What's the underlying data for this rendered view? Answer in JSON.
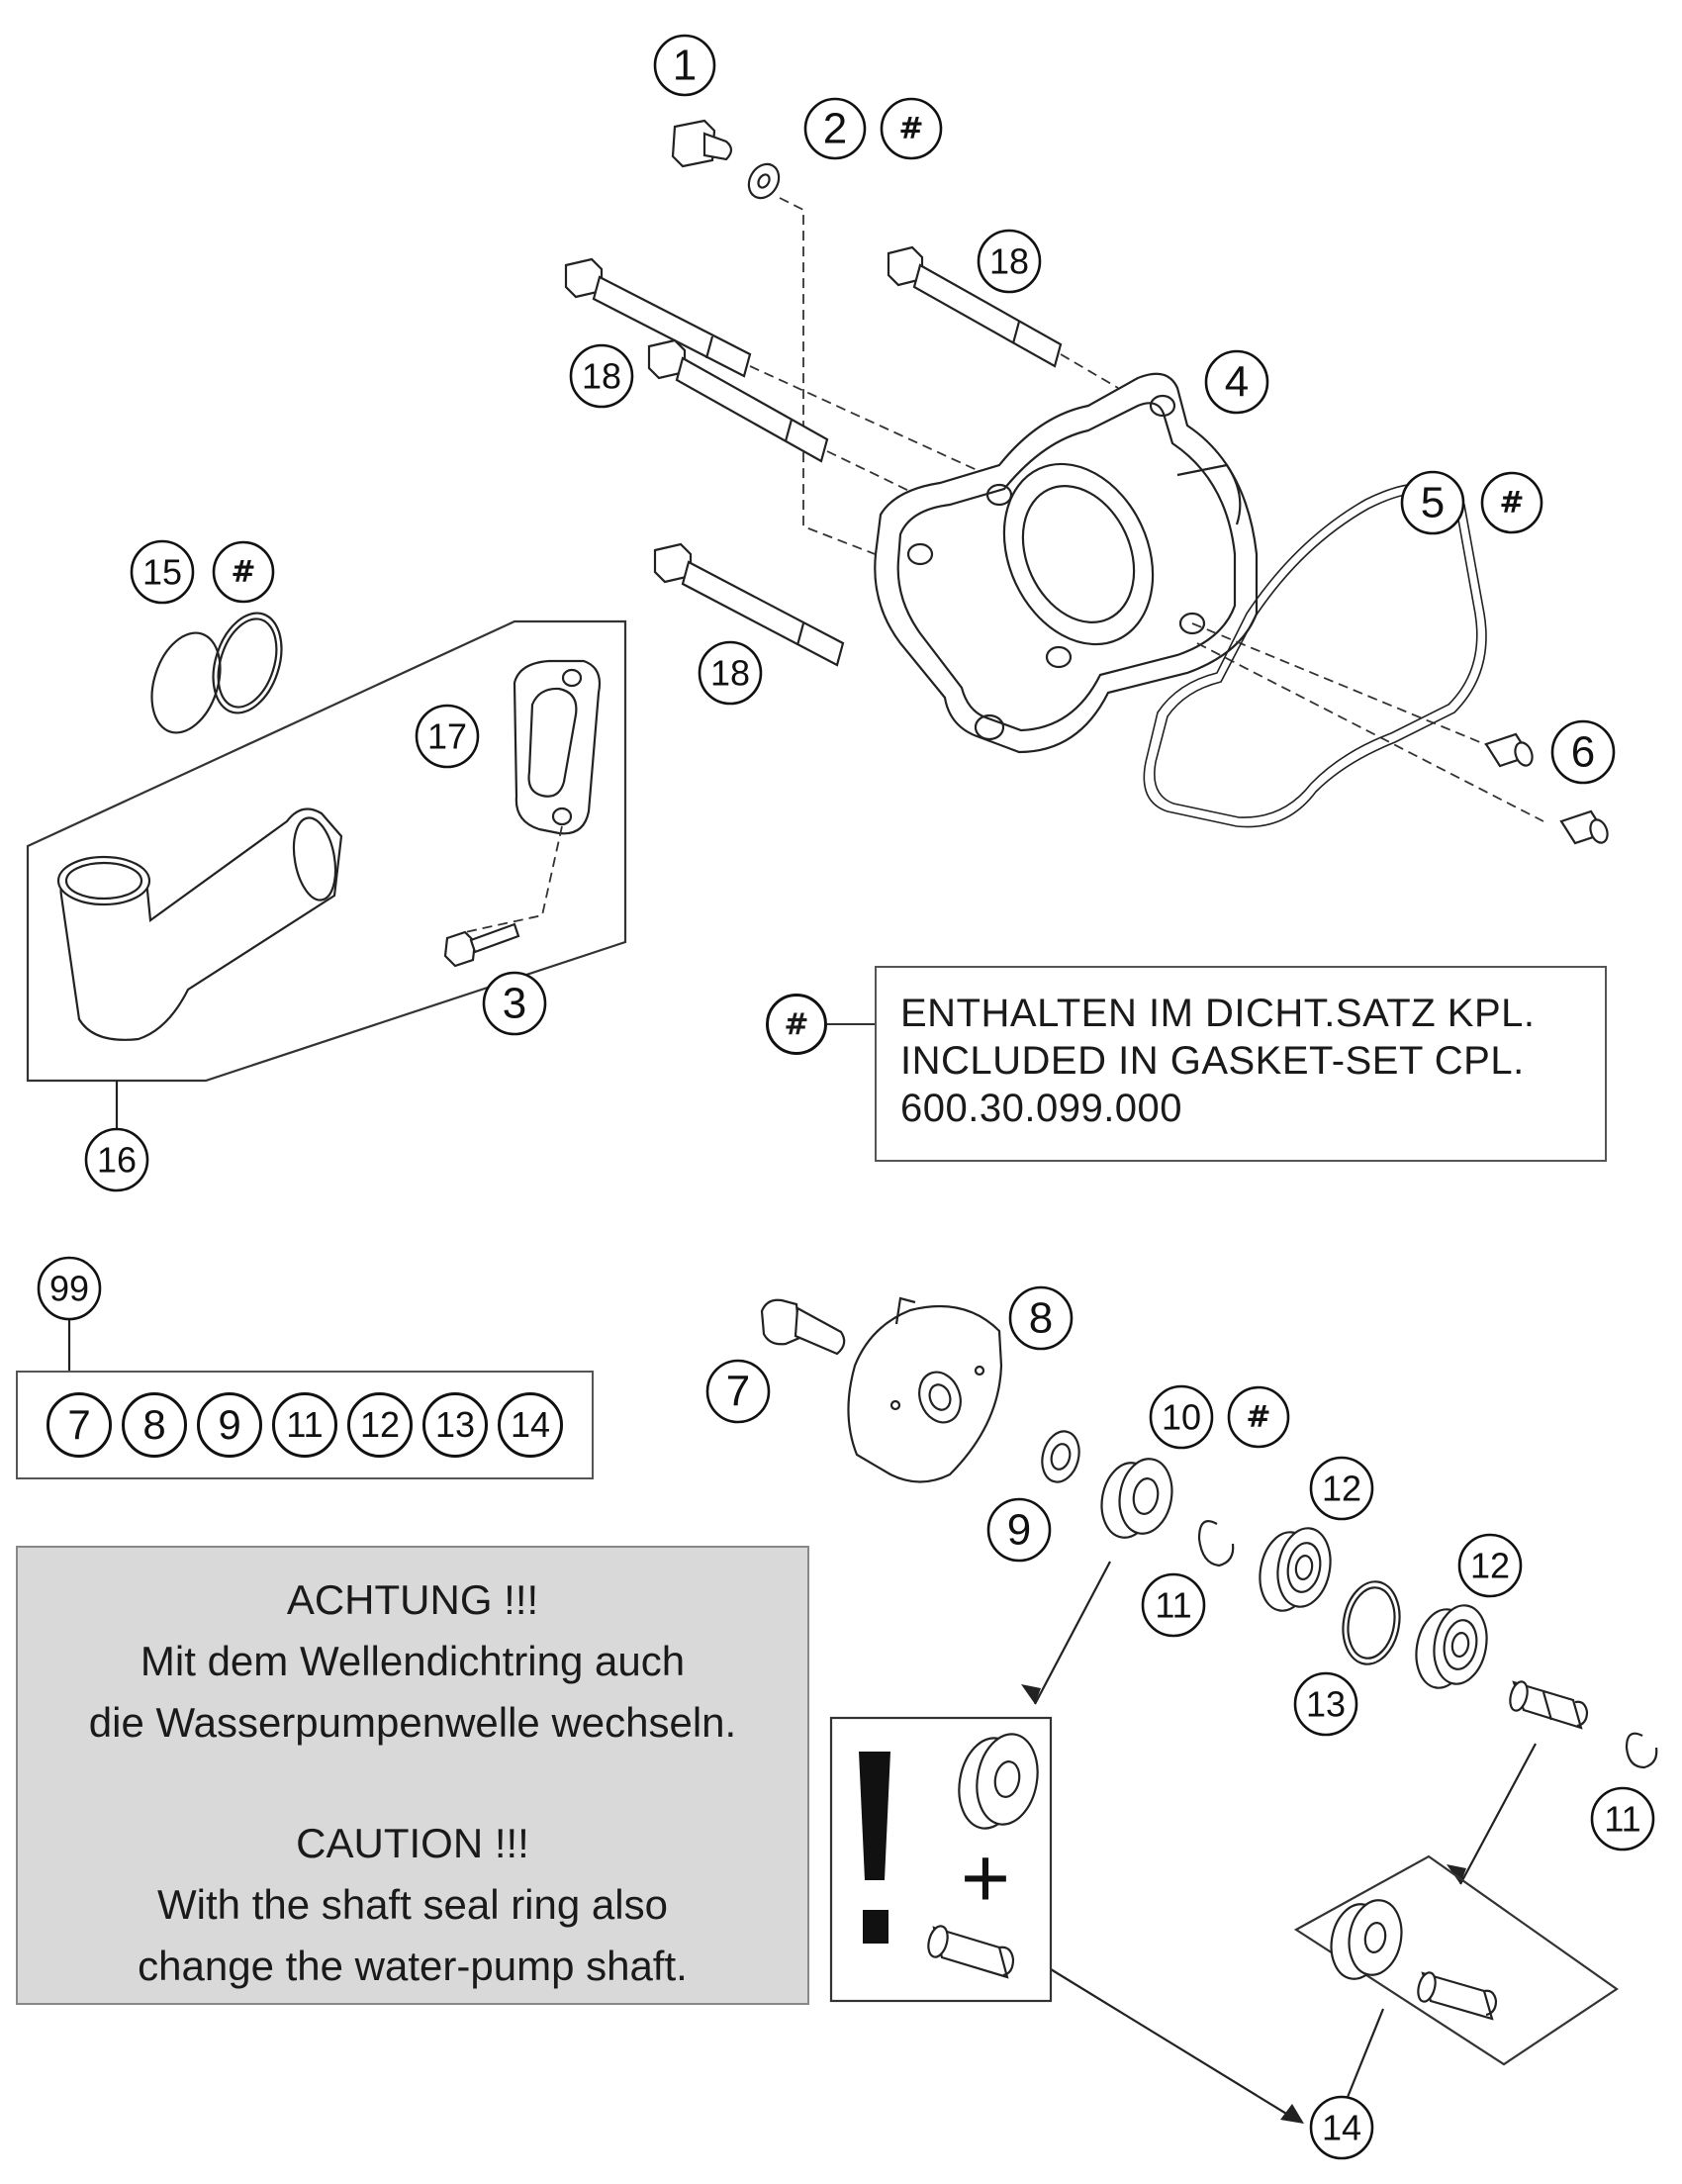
{
  "callouts": {
    "c1": "1",
    "c2": "2",
    "c3": "3",
    "c4": "4",
    "c5": "5",
    "c6": "6",
    "c7": "7",
    "c8": "8",
    "c9": "9",
    "c10": "10",
    "c11a": "11",
    "c11b": "11",
    "c12a": "12",
    "c12b": "12",
    "c13": "13",
    "c14": "14",
    "c15": "15",
    "c16": "16",
    "c17": "17",
    "c18a": "18",
    "c18b": "18",
    "c18c": "18",
    "c99": "99"
  },
  "hash_symbol": "#",
  "gasket_note": {
    "line1": "ENTHALTEN IM DICHT.SATZ KPL.",
    "line2": "INCLUDED IN GASKET-SET CPL.",
    "part_number": "600.30.099.000"
  },
  "set_99_items": [
    "7",
    "8",
    "9",
    "11",
    "12",
    "13",
    "14"
  ],
  "caution": {
    "de_title": "ACHTUNG !!!",
    "de_line1": "Mit dem Wellendichtring auch",
    "de_line2": "die Wasserpumpenwelle wechseln.",
    "en_title": "CAUTION !!!",
    "en_line1": "With the shaft seal ring also",
    "en_line2": "change the water-pump shaft."
  },
  "exclamation_box": {
    "plus_symbol": "+"
  }
}
